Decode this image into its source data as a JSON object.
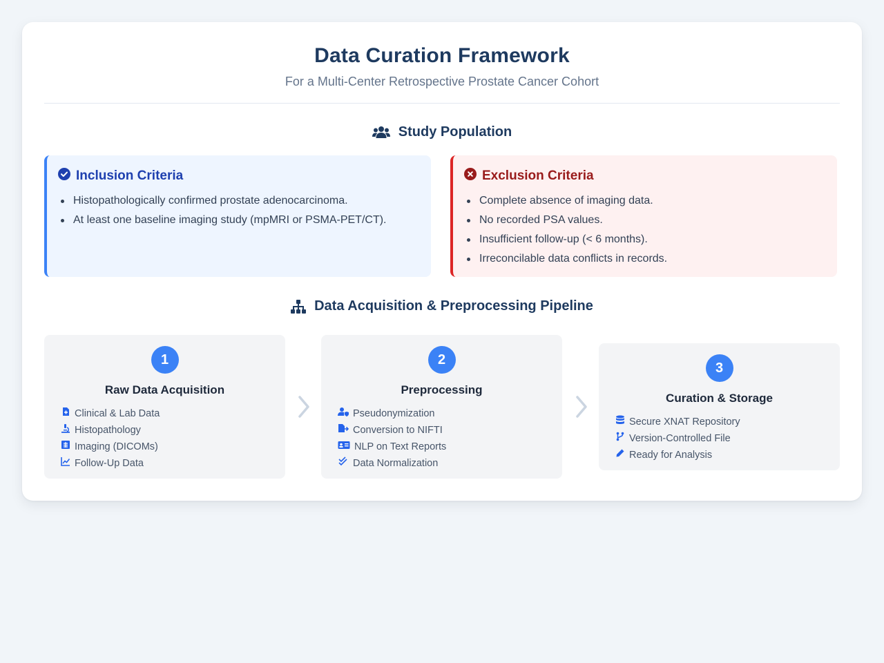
{
  "header": {
    "title": "Data Curation Framework",
    "subtitle": "For a Multi-Center Retrospective Prostate Cancer Cohort"
  },
  "study_population": {
    "title": "Study Population",
    "icon": "users-icon",
    "inclusion": {
      "title": "Inclusion Criteria",
      "icon": "check-circle-icon",
      "color": "#3b82f6",
      "items": [
        "Histopathologically confirmed prostate adenocarcinoma.",
        "At least one baseline imaging study (mpMRI or PSMA-PET/CT)."
      ]
    },
    "exclusion": {
      "title": "Exclusion Criteria",
      "icon": "x-circle-icon",
      "color": "#dc2626",
      "items": [
        "Complete absence of imaging data.",
        "No recorded PSA values.",
        "Insufficient follow-up (< 6 months).",
        "Irreconcilable data conflicts in records."
      ]
    }
  },
  "pipeline": {
    "title": "Data Acquisition & Preprocessing Pipeline",
    "icon": "sitemap-icon",
    "steps": [
      {
        "number": "1",
        "title": "Raw Data Acquisition",
        "items": [
          {
            "label": "Clinical & Lab Data",
            "icon": "file-medical-icon"
          },
          {
            "label": "Histopathology",
            "icon": "microscope-icon"
          },
          {
            "label": "Imaging (DICOMs)",
            "icon": "x-ray-icon"
          },
          {
            "label": "Follow-Up Data",
            "icon": "chart-line-icon"
          }
        ]
      },
      {
        "number": "2",
        "title": "Preprocessing",
        "items": [
          {
            "label": "Pseudonymization",
            "icon": "user-shield-icon"
          },
          {
            "label": "Conversion to NIFTI",
            "icon": "file-export-icon"
          },
          {
            "label": "NLP on Text Reports",
            "icon": "id-card-icon"
          },
          {
            "label": "Data Normalization",
            "icon": "check-double-icon"
          }
        ]
      },
      {
        "number": "3",
        "title": "Curation & Storage",
        "items": [
          {
            "label": "Secure XNAT Repository",
            "icon": "database-icon"
          },
          {
            "label": "Version-Controlled File",
            "icon": "code-branch-icon"
          },
          {
            "label": "Ready for Analysis",
            "icon": "pen-icon"
          }
        ]
      }
    ]
  },
  "colors": {
    "accent": "#3b82f6",
    "heading": "#1e3a5f",
    "inclusion_bg": "#eef5ff",
    "exclusion_bg": "#fef1f1"
  }
}
